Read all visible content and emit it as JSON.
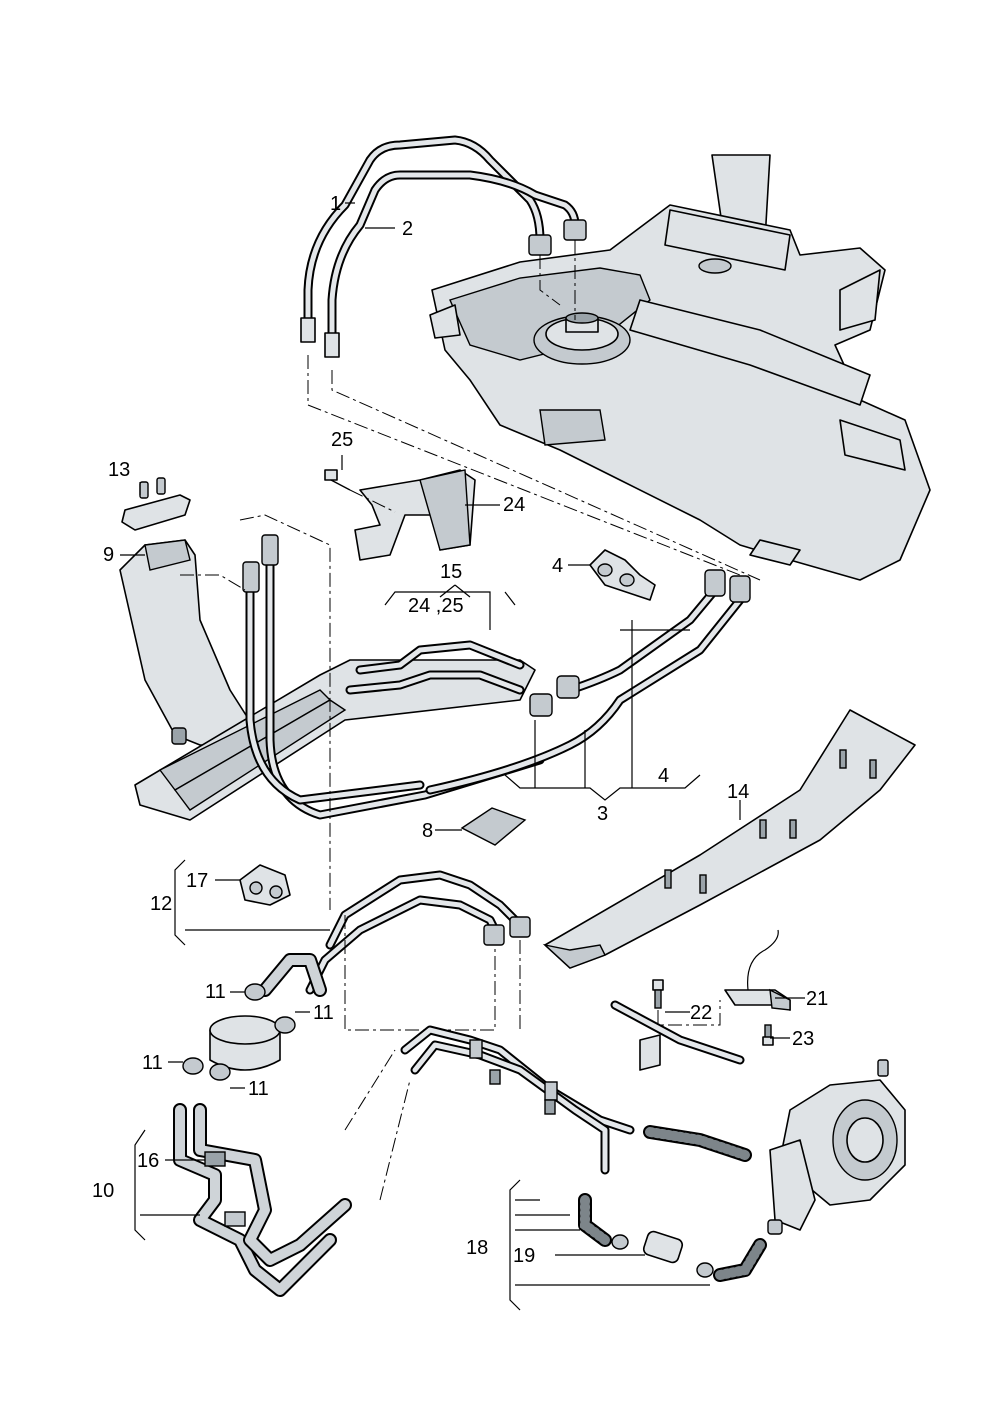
{
  "diagram": {
    "callouts": {
      "c1": "1",
      "c2": "2",
      "c3": "3",
      "c4a": "4",
      "c4b": "4",
      "c8": "8",
      "c9": "9",
      "c10": "10",
      "c11a": "11",
      "c11b": "11",
      "c11c": "11",
      "c11d": "11",
      "c12": "12",
      "c13": "13",
      "c14": "14",
      "c15": "15",
      "c15sub": "24 ,25",
      "c16": "16",
      "c17": "17",
      "c18": "18",
      "c19": "19",
      "c21": "21",
      "c22": "22",
      "c23": "23",
      "c24": "24",
      "c25": "25"
    }
  }
}
